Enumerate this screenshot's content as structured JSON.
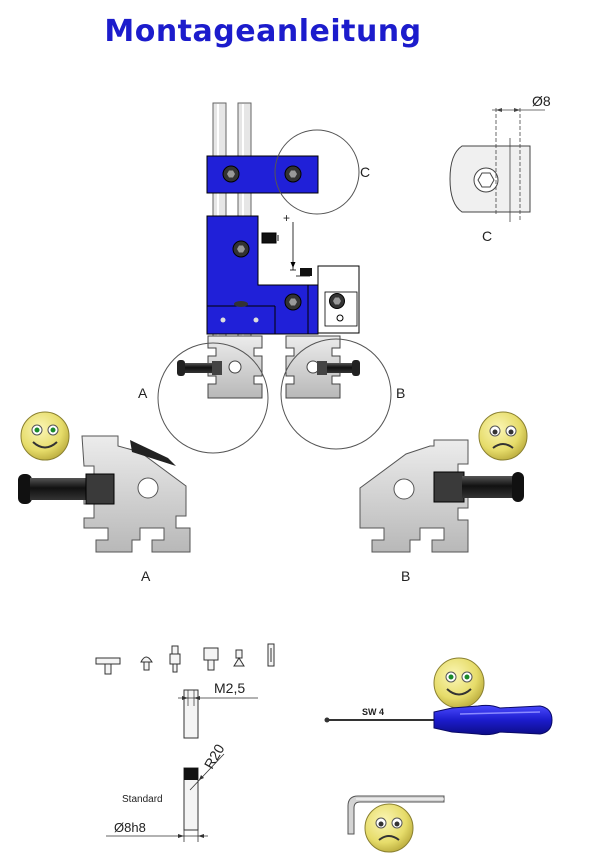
{
  "title": "Montageanleitung",
  "labels": {
    "callout_c": "C",
    "detail_c": "C",
    "callout_a": "A",
    "callout_b": "B",
    "detail_a": "A",
    "detail_b": "B",
    "plus_sign": "+",
    "diameter_8": "Ø8",
    "thread": "M2,5",
    "radius": "R20",
    "standard": "Standard",
    "shaft_diameter": "Ø8h8",
    "tool_size": "SW 4"
  },
  "faces": {
    "happy": "smiley-happy",
    "sad": "smiley-sad"
  },
  "colors": {
    "title": "#1c1ccc",
    "bracket": "#2020d8",
    "profile": "#d8d8d8",
    "smiley": "#e8e070"
  }
}
